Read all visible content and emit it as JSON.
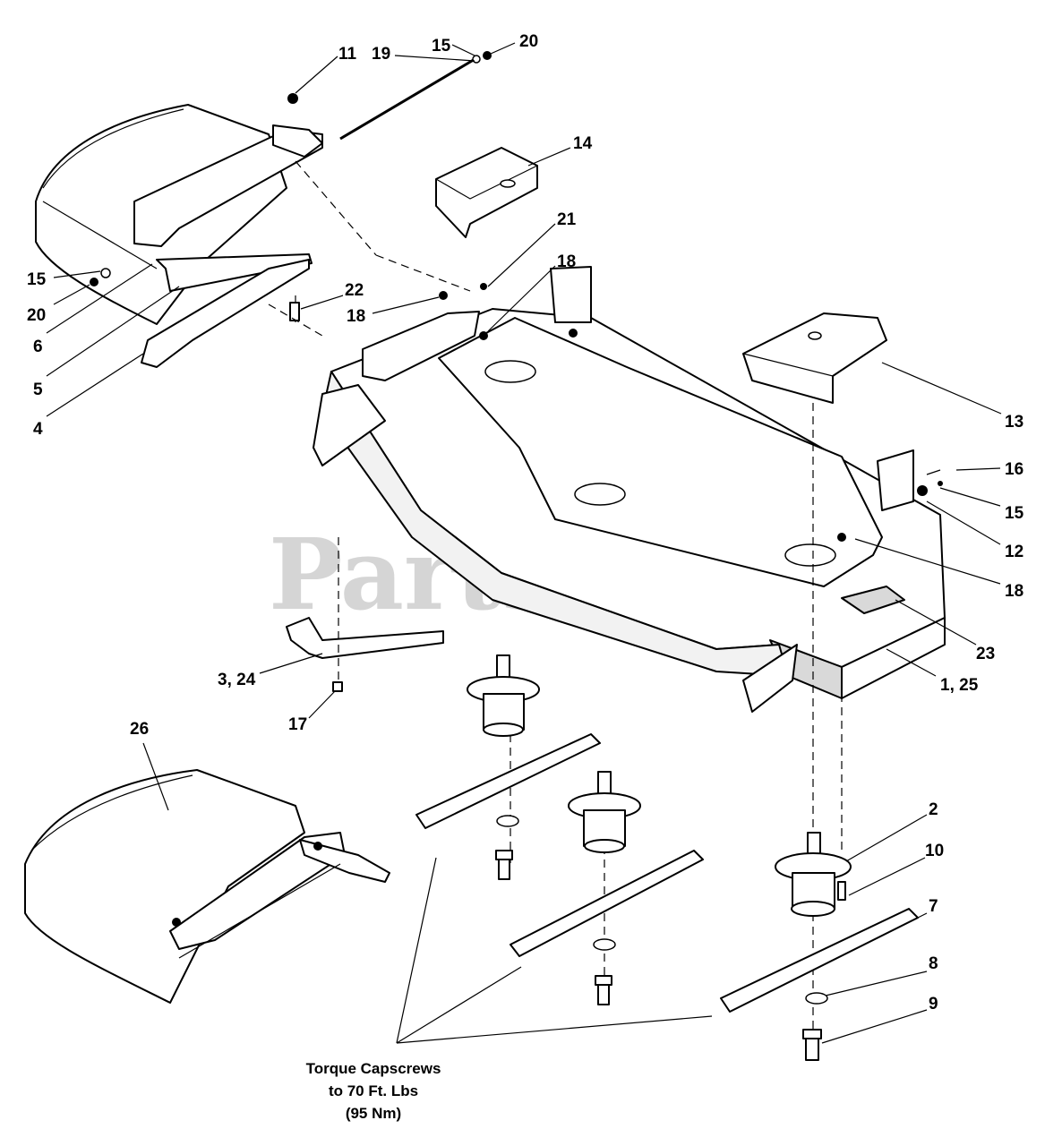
{
  "watermark": {
    "text": "PartsTree",
    "trademark": "™"
  },
  "callouts": [
    {
      "id": "c11",
      "text": "11"
    },
    {
      "id": "c19",
      "text": "19"
    },
    {
      "id": "c15a",
      "text": "15"
    },
    {
      "id": "c20a",
      "text": "20"
    },
    {
      "id": "c14",
      "text": "14"
    },
    {
      "id": "c21",
      "text": "21"
    },
    {
      "id": "c18a",
      "text": "18"
    },
    {
      "id": "c22",
      "text": "22"
    },
    {
      "id": "c18b",
      "text": "18"
    },
    {
      "id": "c15b",
      "text": "15"
    },
    {
      "id": "c20b",
      "text": "20"
    },
    {
      "id": "c6",
      "text": "6"
    },
    {
      "id": "c5",
      "text": "5"
    },
    {
      "id": "c4",
      "text": "4"
    },
    {
      "id": "c13",
      "text": "13"
    },
    {
      "id": "c16",
      "text": "16"
    },
    {
      "id": "c15c",
      "text": "15"
    },
    {
      "id": "c12",
      "text": "12"
    },
    {
      "id": "c18c",
      "text": "18"
    },
    {
      "id": "c23",
      "text": "23"
    },
    {
      "id": "c1_25",
      "text": "1, 25"
    },
    {
      "id": "c3_24",
      "text": "3, 24"
    },
    {
      "id": "c17",
      "text": "17"
    },
    {
      "id": "c26",
      "text": "26"
    },
    {
      "id": "c2",
      "text": "2"
    },
    {
      "id": "c10",
      "text": "10"
    },
    {
      "id": "c7",
      "text": "7"
    },
    {
      "id": "c8",
      "text": "8"
    },
    {
      "id": "c9",
      "text": "9"
    }
  ],
  "torque_note": [
    "Torque Capscrews",
    "to 70 Ft. Lbs",
    "(95 Nm)"
  ]
}
